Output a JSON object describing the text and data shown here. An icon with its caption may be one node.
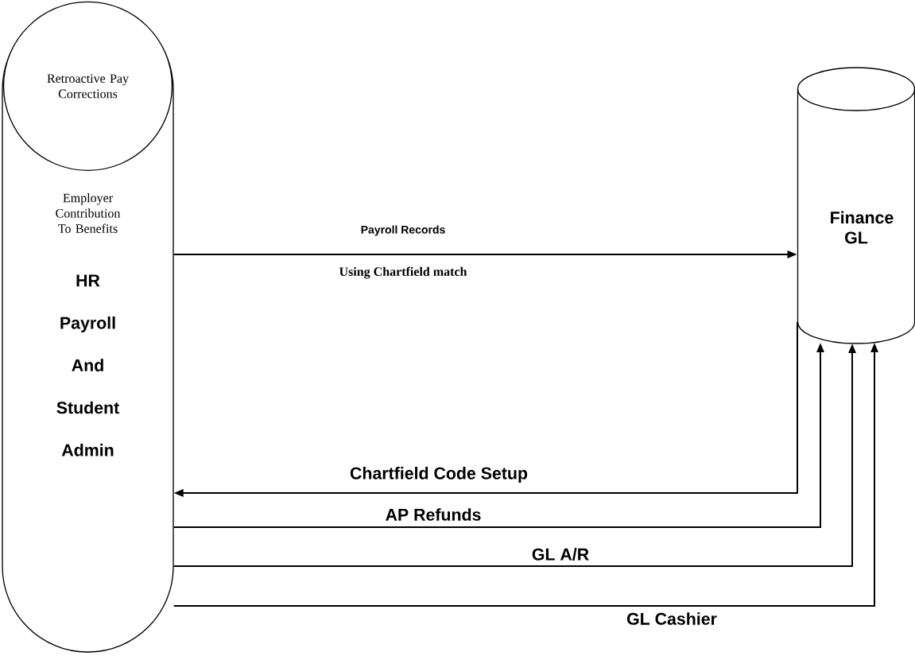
{
  "diagram": {
    "nodes": [
      {
        "text": [
          "Employer Contribution To Benefits",
          "HR Payroll And Student Admin"
        ]
      },
      {
        "text": [
          "Retroactive Pay Corrections"
        ],
        "in": 0
      },
      {
        "text": [
          "Finance GL"
        ]
      }
    ],
    "edges": [
      {
        "from": 0,
        "to": 2,
        "arrow": "to",
        "label": "Payroll Records"
      },
      {
        "from": 2,
        "to": 0,
        "arrow": "to",
        "label": "Chartfield Code Setup"
      },
      {
        "from": 0,
        "to": 2,
        "arrow": "to",
        "label": "AP Refunds"
      },
      {
        "from": 0,
        "to": 2,
        "arrow": "to",
        "label": "GL A/R"
      },
      {
        "from": 0,
        "to": 2,
        "arrow": "to",
        "label": "GL Cashier"
      }
    ],
    "labels": [
      "Using Chartfield match"
    ]
  }
}
